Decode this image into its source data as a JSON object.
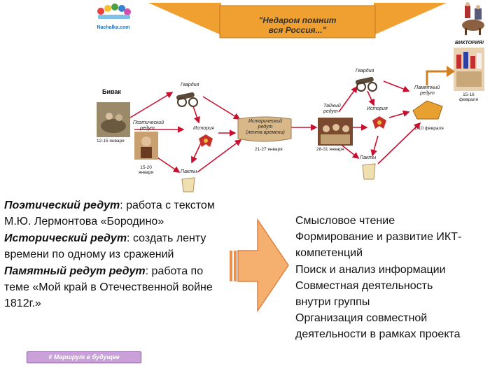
{
  "logo": {
    "text": "Nachalka.com"
  },
  "banner": {
    "line1": "\"Недаром помнит",
    "line2": "вся Россия...\""
  },
  "victory": {
    "label": "ВИКТОРИЯ!"
  },
  "nodes": {
    "bivak": "Бивак",
    "bivak_date": "12-15 января",
    "poetic_line1": "Поэтический",
    "poetic_line2": "редут",
    "poetic_date_line1": "15-20",
    "poetic_date_line2": "января",
    "guard1": "Гвардия",
    "history1": "История",
    "pantry1": "Пакты",
    "historical_line1": "Исторический",
    "historical_line2": "редут",
    "historical_line3": "(лента времени)",
    "historical_date": "21-27 января",
    "secret_line1": "Тайный",
    "secret_line2": "редут",
    "secret_date": "28-31 января",
    "guard2": "Гвардия",
    "history2": "История",
    "pantry2": "Пакты",
    "memorial_line1": "Памятный",
    "memorial_line2": "редут",
    "memorial_date": "1-10 февраля",
    "final_date_line1": "15-16",
    "final_date_line2": "февраля"
  },
  "left_text": {
    "p1_bold": "Поэтический редут",
    "p1_rest": ": работа с текстом М.Ю. Лермонтова «Бородино»",
    "p2_bold": "Исторический редут",
    "p2_rest": ": создать ленту времени по одному из сражений",
    "p3_bold": "Памятный редут редут",
    "p3_rest": ": работа по теме «Мой край в Отечественной войне 1812г.»"
  },
  "right_text": {
    "lines": [
      "Смысловое чтение",
      "Формирование и развитие ИКТ-",
      "компетенций",
      "Поиск и анализ информации",
      "Совместная деятельность",
      "внутри группы",
      "Организация совместной",
      "деятельности в рамках проекта"
    ]
  },
  "button": {
    "label": "# Маршрут в будущее"
  },
  "colors": {
    "banner": "#f0a030",
    "arrow": "#f5b070",
    "diagram_arrow": "#c8102e",
    "button": "#c9a0d8"
  }
}
